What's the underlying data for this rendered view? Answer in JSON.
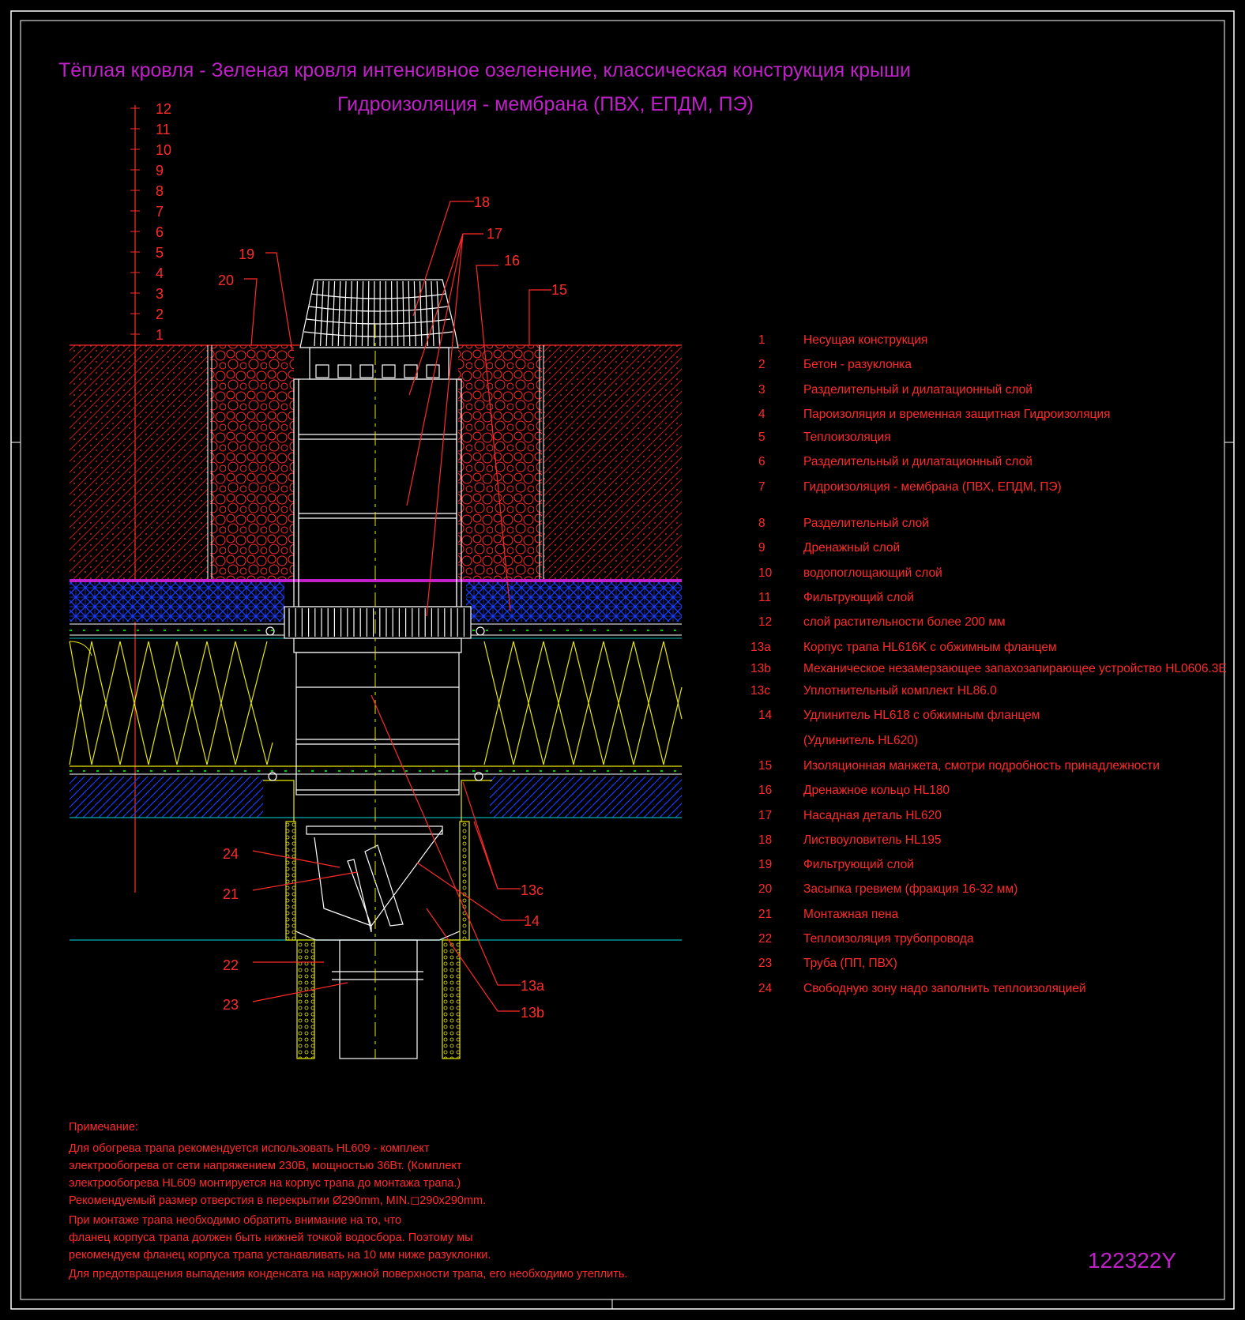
{
  "titles": {
    "line1": "Тёплая кровля - Зеленая кровля интенсивное озеленение, классическая конструкция крыши",
    "line2": "Гидроизоляция - мембрана (ПВХ, ЕПДМ, ПЭ)"
  },
  "layer_scale": [
    "12",
    "11",
    "10",
    "9",
    "8",
    "7",
    "6",
    "5",
    "4",
    "3",
    "2",
    "1"
  ],
  "callouts": {
    "c18": "18",
    "c17": "17",
    "c16": "16",
    "c15": "15",
    "c19": "19",
    "c20": "20",
    "c24": "24",
    "c21": "21",
    "c22": "22",
    "c23": "23",
    "c13c": "13c",
    "c14": "14",
    "c13a": "13a",
    "c13b": "13b"
  },
  "legend": [
    {
      "num": "1",
      "text": "Несущая конструкция"
    },
    {
      "num": "2",
      "text": "Бетон - разуклонка"
    },
    {
      "num": "3",
      "text": "Разделительный и дилатационный слой"
    },
    {
      "num": "4",
      "text": "Пароизоляция и временная защитная Гидроизоляция"
    },
    {
      "num": "5",
      "text": "Теплоизоляция"
    },
    {
      "num": "6",
      "text": "Разделительный и дилатационный слой"
    },
    {
      "num": "7",
      "text": "Гидроизоляция - мембрана (ПВХ, ЕПДМ, ПЭ)"
    },
    {
      "num": "8",
      "text": "Разделительный слой"
    },
    {
      "num": "9",
      "text": "Дренажный слой"
    },
    {
      "num": "10",
      "text": "водопоглощающий слой"
    },
    {
      "num": "11",
      "text": "Фильтрующий слой"
    },
    {
      "num": "12",
      "text": "слой растительности более 200 мм"
    },
    {
      "num": "13a",
      "text": "Корпус трапа HL616K с обжимным фланцем"
    },
    {
      "num": "13b",
      "text": "Механическое незамерзающее запахозапирающее устройство HL0606.3E"
    },
    {
      "num": "13c",
      "text": "Уплотнительный комплект HL86.0"
    },
    {
      "num": "14",
      "text": "Удлинитель HL618 с обжимным фланцем"
    },
    {
      "num": "",
      "text": "(Удлинитель HL620)"
    },
    {
      "num": "15",
      "text": "Изоляционная  манжета, смотри подробность принадлежности"
    },
    {
      "num": "16",
      "text": "Дренажное кольцо HL180"
    },
    {
      "num": "17",
      "text": "Насадная деталь HL620"
    },
    {
      "num": "18",
      "text": "Листвоуловитель HL195"
    },
    {
      "num": "19",
      "text": "Фильтрующий слой"
    },
    {
      "num": "20",
      "text": "Засыпка гревием (фракция 16-32 мм)"
    },
    {
      "num": "21",
      "text": "Монтажная пена"
    },
    {
      "num": "22",
      "text": "Теплоизоляция трубопровода"
    },
    {
      "num": "23",
      "text": "Труба (ПП, ПВХ)"
    },
    {
      "num": "24",
      "text": "Свободную зону надо заполнить теплоизоляцией"
    }
  ],
  "notes": [
    "Примечание:",
    "Для обогрева трапа рекомендуется использовать HL609 - комплект",
    "электрообогрева от сети напряжением 230В, мощностью 36Вт. (Комплект",
    "электрообогрева HL609 монтируется на корпус трапа до монтажа трапа.)",
    "Рекомендуемый размер отверстия в перекрытии Ø290mm, MIN.◻290x290mm.",
    "При монтаже трапа необходимо обратить внимание на то, что",
    "фланец корпуса трапа должен быть нижней точкой водосбора. Поэтому мы",
    "рекомендуем фланец корпуса трапа устанавливать на 10 мм ниже разуклонки.",
    "Для предотвращения выпадения конденсата на наружной поверхности трапа, его необходимо утеплить."
  ],
  "drawing_code": "122322Y",
  "colors": {
    "background": "#000000",
    "title": "#c020c8",
    "text": "#ff2a2a",
    "insulation": "#e8e800",
    "drainage": "#1a3cff",
    "cyan_line": "#00b0b0",
    "membrane": "#00d000",
    "drain_body": "#ffffff"
  }
}
